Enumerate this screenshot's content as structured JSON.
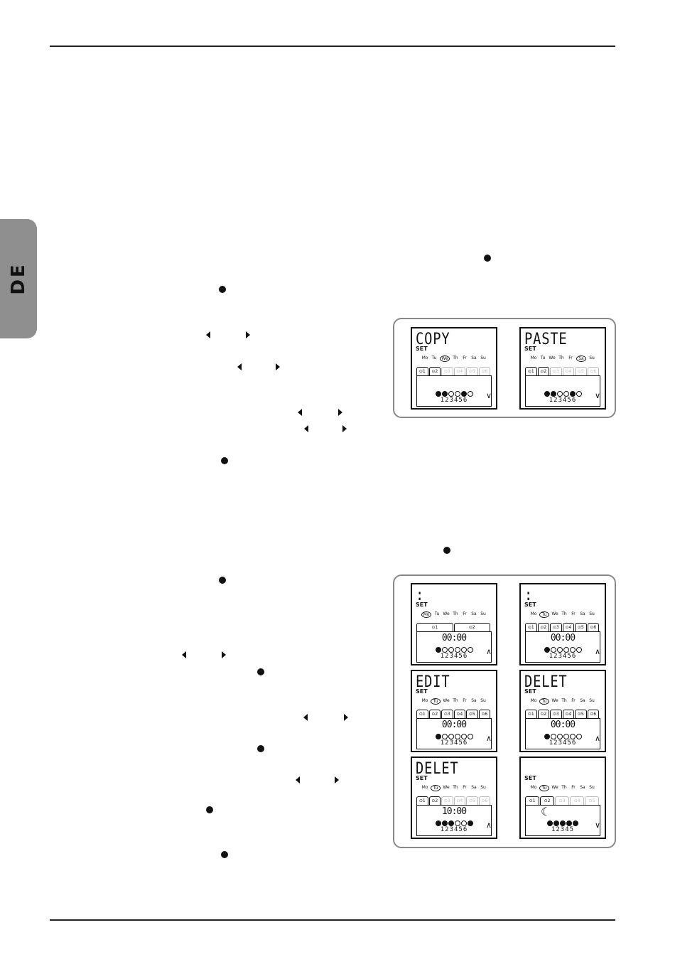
{
  "side_tab": {
    "label": "DE"
  },
  "copy_panel": {
    "screens": [
      {
        "title": "COPY",
        "set": "SET",
        "days": [
          "Mo",
          "Tu",
          "We",
          "Th",
          "Fr",
          "Sa",
          "Su"
        ],
        "selected_day": 2,
        "tabs": [
          "1",
          "2",
          "3",
          "4",
          "5",
          "6"
        ],
        "active_tabs": 2,
        "circles": [
          1,
          1,
          0,
          0,
          1,
          0
        ],
        "nums": "123456",
        "chevron": "∨"
      },
      {
        "title": "PASTE",
        "set": "SET",
        "days": [
          "Mo",
          "Tu",
          "We",
          "Th",
          "Fr",
          "Sa",
          "Su"
        ],
        "selected_day": 5,
        "tabs": [
          "1",
          "2",
          "3",
          "4",
          "5",
          "6"
        ],
        "active_tabs": 2,
        "circles": [
          1,
          1,
          0,
          0,
          1,
          0
        ],
        "nums": "123456",
        "chevron": "∨"
      }
    ]
  },
  "delete_panel": {
    "screens": [
      {
        "title": ":",
        "set": "SET",
        "days": [
          "Mo",
          "Tu",
          "We",
          "Th",
          "Fr",
          "Sa",
          "Su"
        ],
        "selected_day": 0,
        "tabs": [
          "1",
          "2"
        ],
        "active_tabs": 2,
        "time": "00:00",
        "circles": [
          1,
          0,
          0,
          0,
          0,
          0
        ],
        "nums": "123456",
        "chevron": "∧"
      },
      {
        "title": ":",
        "set": "SET",
        "days": [
          "Mo",
          "Tu",
          "We",
          "Th",
          "Fr",
          "Sa",
          "Su"
        ],
        "selected_day": 1,
        "tabs": [
          "1",
          "2",
          "3",
          "4",
          "5",
          "6"
        ],
        "active_tabs": 6,
        "time": "00:00",
        "circles": [
          1,
          0,
          0,
          0,
          0,
          0
        ],
        "nums": "123456",
        "chevron": "∧"
      },
      {
        "title": "EDIT",
        "set": "SET",
        "days": [
          "Mo",
          "Tu",
          "We",
          "Th",
          "Fr",
          "Sa",
          "Su"
        ],
        "selected_day": 1,
        "tabs": [
          "1",
          "2",
          "3",
          "4",
          "5",
          "6"
        ],
        "active_tabs": 6,
        "time": "00:00",
        "circles": [
          1,
          0,
          0,
          0,
          0,
          0
        ],
        "nums": "123456",
        "chevron": "∧"
      },
      {
        "title": "DELET",
        "set": "SET",
        "days": [
          "Mo",
          "Tu",
          "We",
          "Th",
          "Fr",
          "Sa",
          "Su"
        ],
        "selected_day": 1,
        "tabs": [
          "1",
          "2",
          "3",
          "4",
          "5",
          "6"
        ],
        "active_tabs": 6,
        "time": "00:00",
        "circles": [
          1,
          0,
          0,
          0,
          0,
          0
        ],
        "nums": "123456",
        "chevron": "∧"
      },
      {
        "title": "DELET",
        "set": "SET",
        "days": [
          "Mo",
          "Tu",
          "We",
          "Th",
          "Fr",
          "Sa",
          "Su"
        ],
        "selected_day": 1,
        "tabs": [
          "1",
          "2",
          "3",
          "4",
          "5",
          "6"
        ],
        "active_tabs": 2,
        "time": "10:00",
        "circles": [
          1,
          1,
          1,
          0,
          0,
          1
        ],
        "nums": "123456",
        "chevron": "∧"
      },
      {
        "title": "",
        "set": "SET",
        "days": [
          "Mo",
          "Tu",
          "We",
          "Th",
          "Fr",
          "Sa",
          "Su"
        ],
        "selected_day": 1,
        "tabs": [
          "1",
          "2",
          "3",
          "4",
          "5"
        ],
        "active_tabs": 2,
        "moon": "☾",
        "circles": [
          1,
          1,
          1,
          1,
          1
        ],
        "nums": "12345",
        "chevron": "∨"
      }
    ]
  }
}
